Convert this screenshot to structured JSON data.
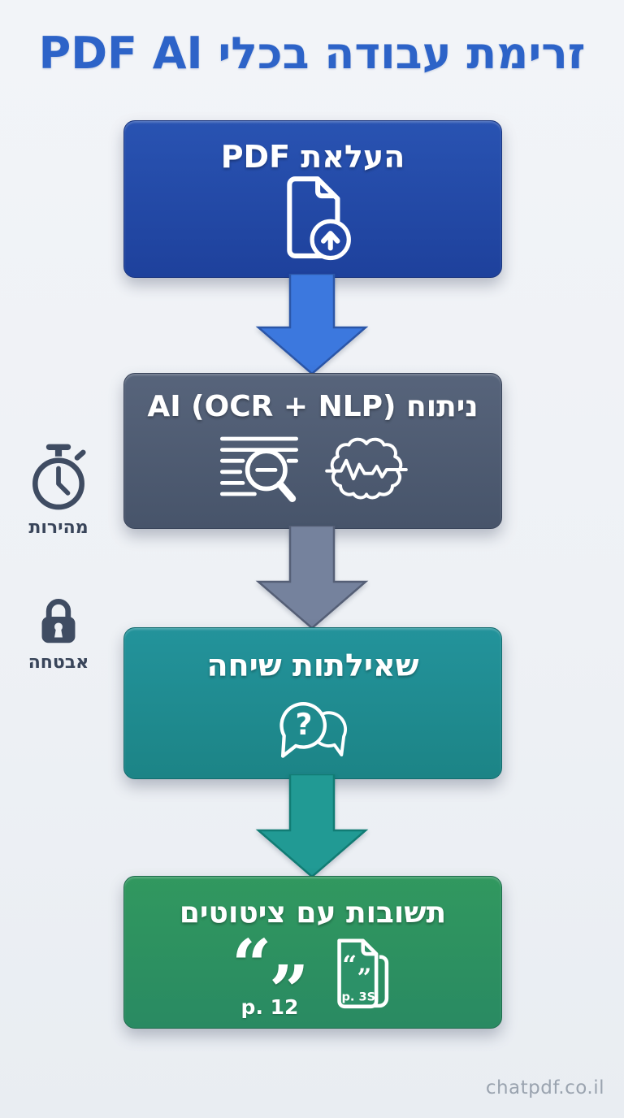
{
  "title": "זרימת עבודה בכלי PDF AI",
  "footer": "chatpdf.co.il",
  "steps": [
    {
      "label": "העלאת PDF",
      "icon": "pdf-upload-icon",
      "color": "#2247a6"
    },
    {
      "label": "ניתוח AI (OCR + NLP)",
      "icons": [
        "document-search-icon",
        "brain-pulse-icon"
      ],
      "color": "#4e5b72"
    },
    {
      "label": "שאילתות שיחה",
      "icon": "chat-question-icon",
      "color": "#1f8a8d"
    },
    {
      "label": "תשובות עם ציטוטים",
      "icon": "citation-quotes-icon",
      "citations": [
        "p. 12",
        "p. 3S"
      ],
      "color": "#2c9168"
    }
  ],
  "arrows": [
    {
      "order": 1,
      "color": "#3c78de"
    },
    {
      "order": 2,
      "color": "#75829d"
    },
    {
      "order": 3,
      "color": "#219a94"
    }
  ],
  "badges": [
    {
      "label": "מהירות",
      "icon": "stopwatch-icon"
    },
    {
      "label": "אבטחה",
      "icon": "padlock-icon"
    }
  ],
  "glyphs": {
    "question_mark": "?",
    "open_quote": "“",
    "close_quote": "”"
  },
  "palette": {
    "background": "#eef1f5",
    "title_blue": "#2d63c8",
    "badge_slate": "#3f4c62",
    "footer_gray": "#9aa3af"
  }
}
